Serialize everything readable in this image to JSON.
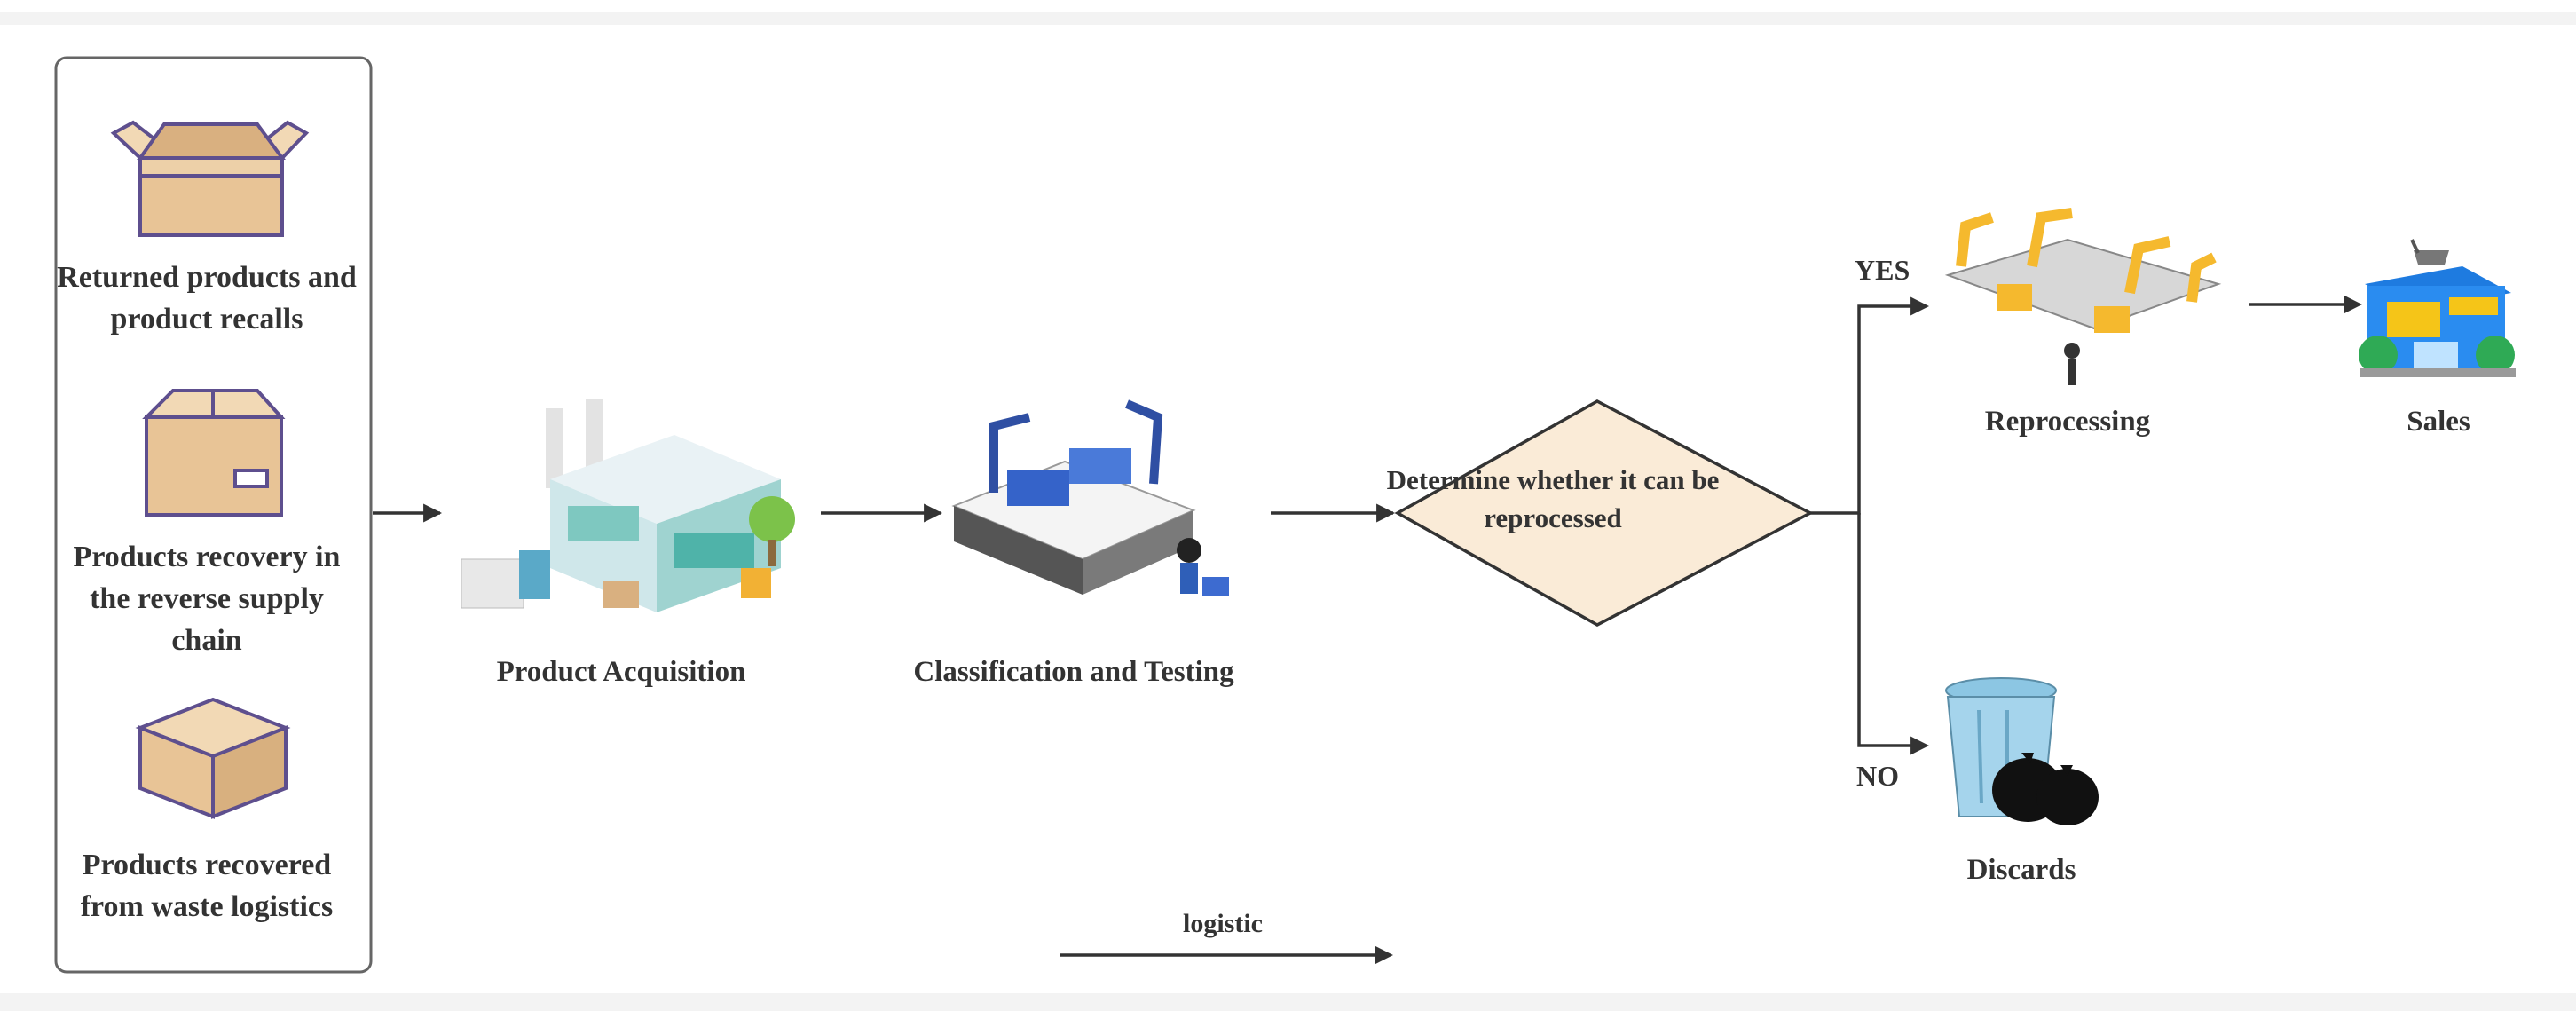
{
  "sources": [
    {
      "label": "Returned products and product recalls"
    },
    {
      "label": "Products recovery in the reverse supply chain"
    },
    {
      "label": "Products recovered from waste logistics"
    }
  ],
  "stages": {
    "acquisition": "Product Acquisition",
    "classification": "Classification and Testing",
    "decision": "Determine whether it can be reprocessed",
    "reprocessing": "Reprocessing",
    "sales": "Sales",
    "discards": "Discards"
  },
  "branches": {
    "yes": "YES",
    "no": "NO"
  },
  "legend": {
    "label": "logistic"
  },
  "colors": {
    "box": "#e8c496",
    "box_outline": "#5e4f8e",
    "decision_fill": "#faebd7",
    "arrow": "#333333",
    "bin": "#a5d4ec",
    "robot": "#f5b92e"
  }
}
